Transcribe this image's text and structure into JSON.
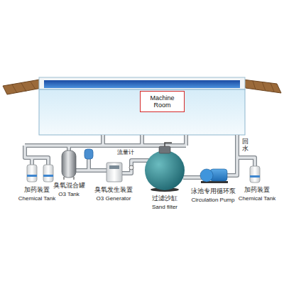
{
  "diagram": {
    "nodes": [
      {
        "text": [
          "Machine Room"
        ]
      }
    ],
    "labels": [
      "加药装置",
      "Chemical Tank",
      "臭氧混合罐",
      "O3 Tank",
      "臭氧发生装置",
      "O3 Generator",
      "流量计",
      "过滤沙缸",
      "Sand filter",
      "泳池专用循环泵",
      "Circulation Pump",
      "回水",
      "加药装置",
      "Chemical Tank"
    ]
  }
}
